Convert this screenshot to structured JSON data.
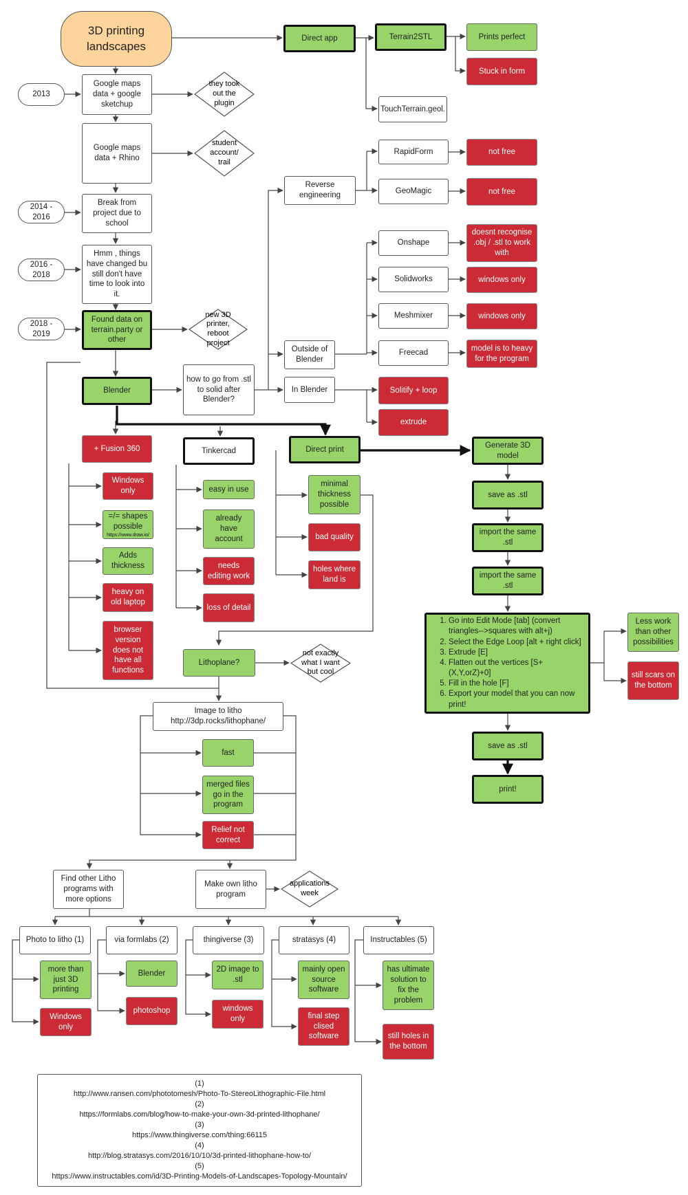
{
  "nodes": {
    "title": "3D printing landscapes",
    "year_2013": "2013",
    "year_2014_2016": "2014 - 2016",
    "year_2016_2018": "2016 - 2018",
    "year_2018_2019": "2018 - 2019",
    "google_sketchup": "Google maps data + google sketchup",
    "took_plugin": "they took out the plugin",
    "google_rhino": "Google maps data + Rhino",
    "student_account": "student account/ trail",
    "break_school": "Break from project due to school",
    "things_changed": "Hmm , things have changed bu still don't have time to look into it.",
    "found_data": "Found data on terrain.party or other",
    "new_printer": "new 3D printer, reboot project",
    "direct_app": "Direct app",
    "terrain2stl": "Terrain2STL",
    "prints_perfect": "Prints perfect",
    "stuck_form": "Stuck in form",
    "touchterrain": "TouchTerrain.geol.",
    "reverse_eng": "Reverse engineering",
    "rapidform": "RapidForm",
    "geomagic": "GeoMagic",
    "not_free_1": "not free",
    "not_free_2": "not free",
    "onshape": "Onshape",
    "onshape_note": "doesnt recognise .obj / .stl to work with",
    "solidworks": "Solidworks",
    "solidworks_note": "windows only",
    "meshmixer": "Meshmixer",
    "meshmixer_note": "windows only",
    "freecad": "Freecad",
    "freecad_note": "model is to heavy for the program",
    "outside_blender": "Outside of Blender",
    "in_blender": "In Blender",
    "solidify": "Solitify + loop",
    "extrude": "extrude",
    "blender": "Blender",
    "stl_solid": "how to go from .stl to solid after Blender?",
    "fusion": "+ Fusion 360",
    "fusion_windows": "Windows only",
    "fusion_shapes": "=/= shapes possible",
    "fusion_shapes_url": "https://www.draw.io/",
    "fusion_thickness": "Adds thickness",
    "fusion_heavy": "heavy on old laptop",
    "fusion_browser": "browser version does not have all functions",
    "tinkercad": "Tinkercad",
    "tink_easy": "easy in use",
    "tink_account": "already have account",
    "tink_editing": "needs editing work",
    "tink_detail": "loss of detail",
    "direct_print": "Direct print",
    "dp_thickness": "minimal thickness possible",
    "dp_quality": "bad quality",
    "dp_holes": "holes where land is",
    "generate": "Generate 3D model",
    "save_stl_1": "save as .stl",
    "import_1": "import the same .stl",
    "import_2": "import the same .stl",
    "steps": [
      "Go into Edit Mode [tab] (convert triangles-->squares with alt+j)",
      "Select the Edge Loop [alt + right click]",
      "Extrude [E]",
      "Flatten out the vertices [S+(X,Y,orZ)+0]",
      "Fill in the hole [F]",
      "Export your model that you can now print!"
    ],
    "less_work": "Less work than other possibilities",
    "still_scars": "still scars on the bottom",
    "save_stl_2": "save as .stl",
    "print": "print!",
    "lithoplane": "Lithoplane?",
    "not_exactly": "not exactly what I want but cool",
    "image_litho": "Image to litho http://3dp.rocks/lithophane/",
    "litho_fast": "fast",
    "litho_merged": "merged files go in the program",
    "litho_relief": "Relief not correct",
    "find_other": "Find other Litho programs with more options",
    "make_own": "Make own litho program",
    "applications": "applications week",
    "photo_litho": "Photo to litho (1)",
    "photo_more": "more than just 3D printing",
    "photo_windows": "Windows only",
    "formlabs": "via formlabs (2)",
    "formlabs_blender": "Blender",
    "formlabs_photoshop": "photoshop",
    "thingiverse": "thingiverse (3)",
    "thing_2d": "2D image to .stl",
    "thing_windows": "windows only",
    "stratasys": "stratasys (4)",
    "strat_open": "mainly open source software",
    "strat_final": "final step clised software",
    "instructables": "Instructables (5)",
    "inst_solution": "has ultimate solution to fix the problem",
    "inst_holes": "still holes in the bottom"
  },
  "references": [
    "(1)",
    "http://www.ransen.com/phototomesh/Photo-To-StereoLithographic-File.html",
    "(2)",
    "https://formlabs.com/blog/how-to-make-your-own-3d-printed-lithophane/",
    "(3)",
    "https://www.thingiverse.com/thing:66115",
    "(4)",
    "http://blog.stratasys.com/2016/10/10/3d-printed-lithophane-how-to/",
    "(5)",
    "https://www.instructables.com/id/3D-Printing-Models-of-Landscapes-Topology-Mountain/"
  ],
  "colors": {
    "green": "#98d46a",
    "red": "#cc2a35",
    "peach": "#fdd49b",
    "line": "#444444"
  }
}
